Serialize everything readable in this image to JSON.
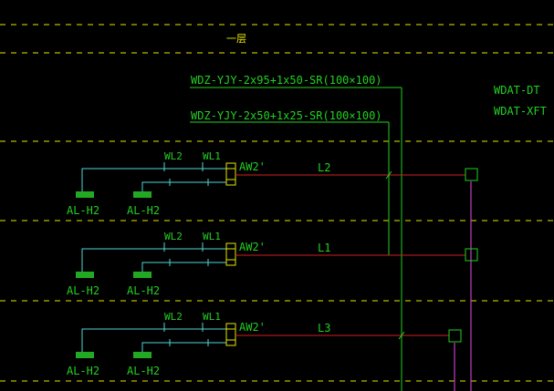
{
  "header": {
    "title": "一层"
  },
  "cables": {
    "cable1": "WDZ-YJY-2x95+1x50-SR(100×100)",
    "cable2": "WDZ-YJY-2x50+1x25-SR(100×100)"
  },
  "side_labels": {
    "label1": "WDAT-DT",
    "label2": "WDAT-XFT"
  },
  "rows": [
    {
      "panel": "AW2'",
      "line": "L2",
      "branch1": "WL2",
      "branch2": "WL1",
      "box1": "AL-H2",
      "box2": "AL-H2"
    },
    {
      "panel": "AW2'",
      "line": "L1",
      "branch1": "WL2",
      "branch2": "WL1",
      "box1": "AL-H2",
      "box2": "AL-H2"
    },
    {
      "panel": "AW2'",
      "line": "L3",
      "branch1": "WL2",
      "branch2": "WL1",
      "box1": "AL-H2",
      "box2": "AL-H2"
    }
  ],
  "colors": {
    "background": "#000000",
    "dashed_grid": "#e6e600",
    "cyan_wire": "#4fd6d6",
    "green": "#22d022",
    "red_wire": "#d02020",
    "magenta": "#c040c0"
  }
}
